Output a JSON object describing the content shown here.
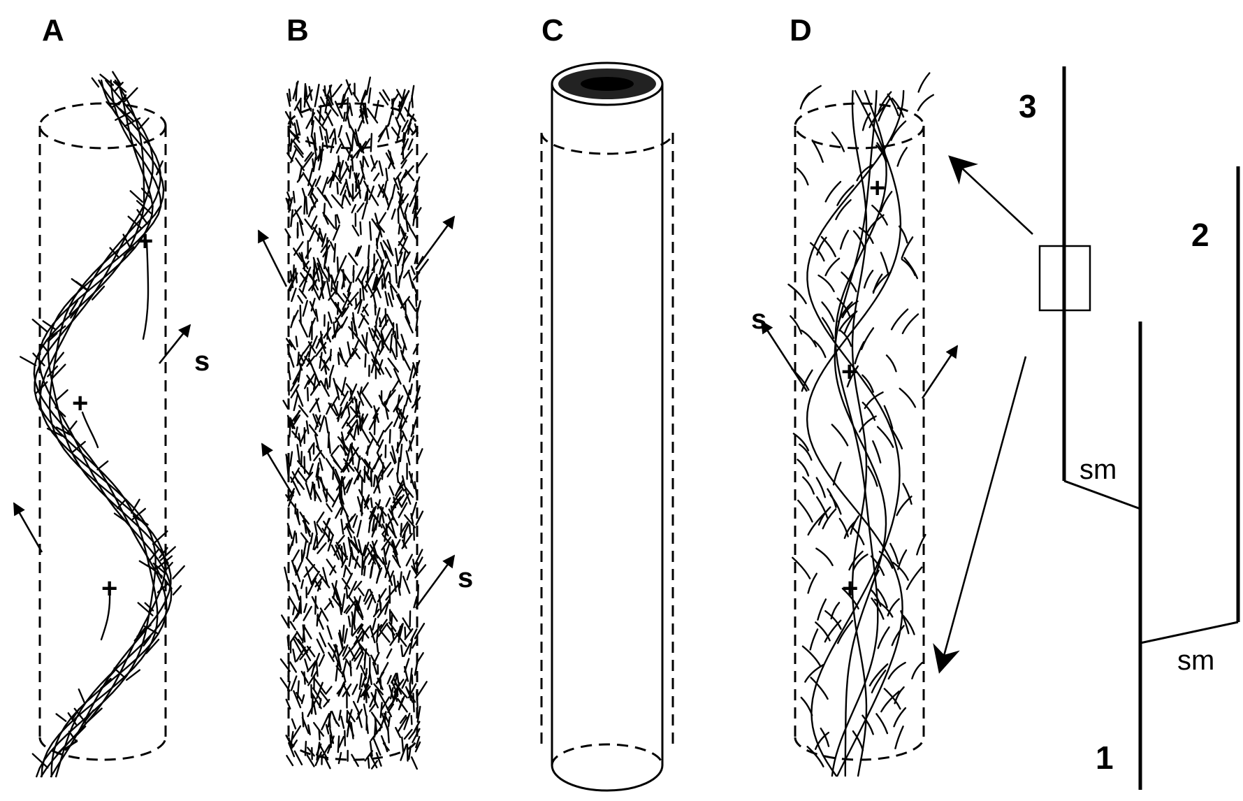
{
  "panels": {
    "a": {
      "label": "A",
      "marks": {
        "plus": "+",
        "s": "s"
      }
    },
    "b": {
      "label": "B",
      "marks": {
        "s": "s"
      }
    },
    "c": {
      "label": "C"
    },
    "d": {
      "label": "D",
      "marks": {
        "plus": "+",
        "s": "s"
      }
    }
  },
  "schematic": {
    "branch_1": "1",
    "branch_2": "2",
    "branch_3": "3",
    "sm_upper": "sm",
    "sm_lower": "sm"
  },
  "colors": {
    "ink": "#000000",
    "background": "#ffffff"
  }
}
